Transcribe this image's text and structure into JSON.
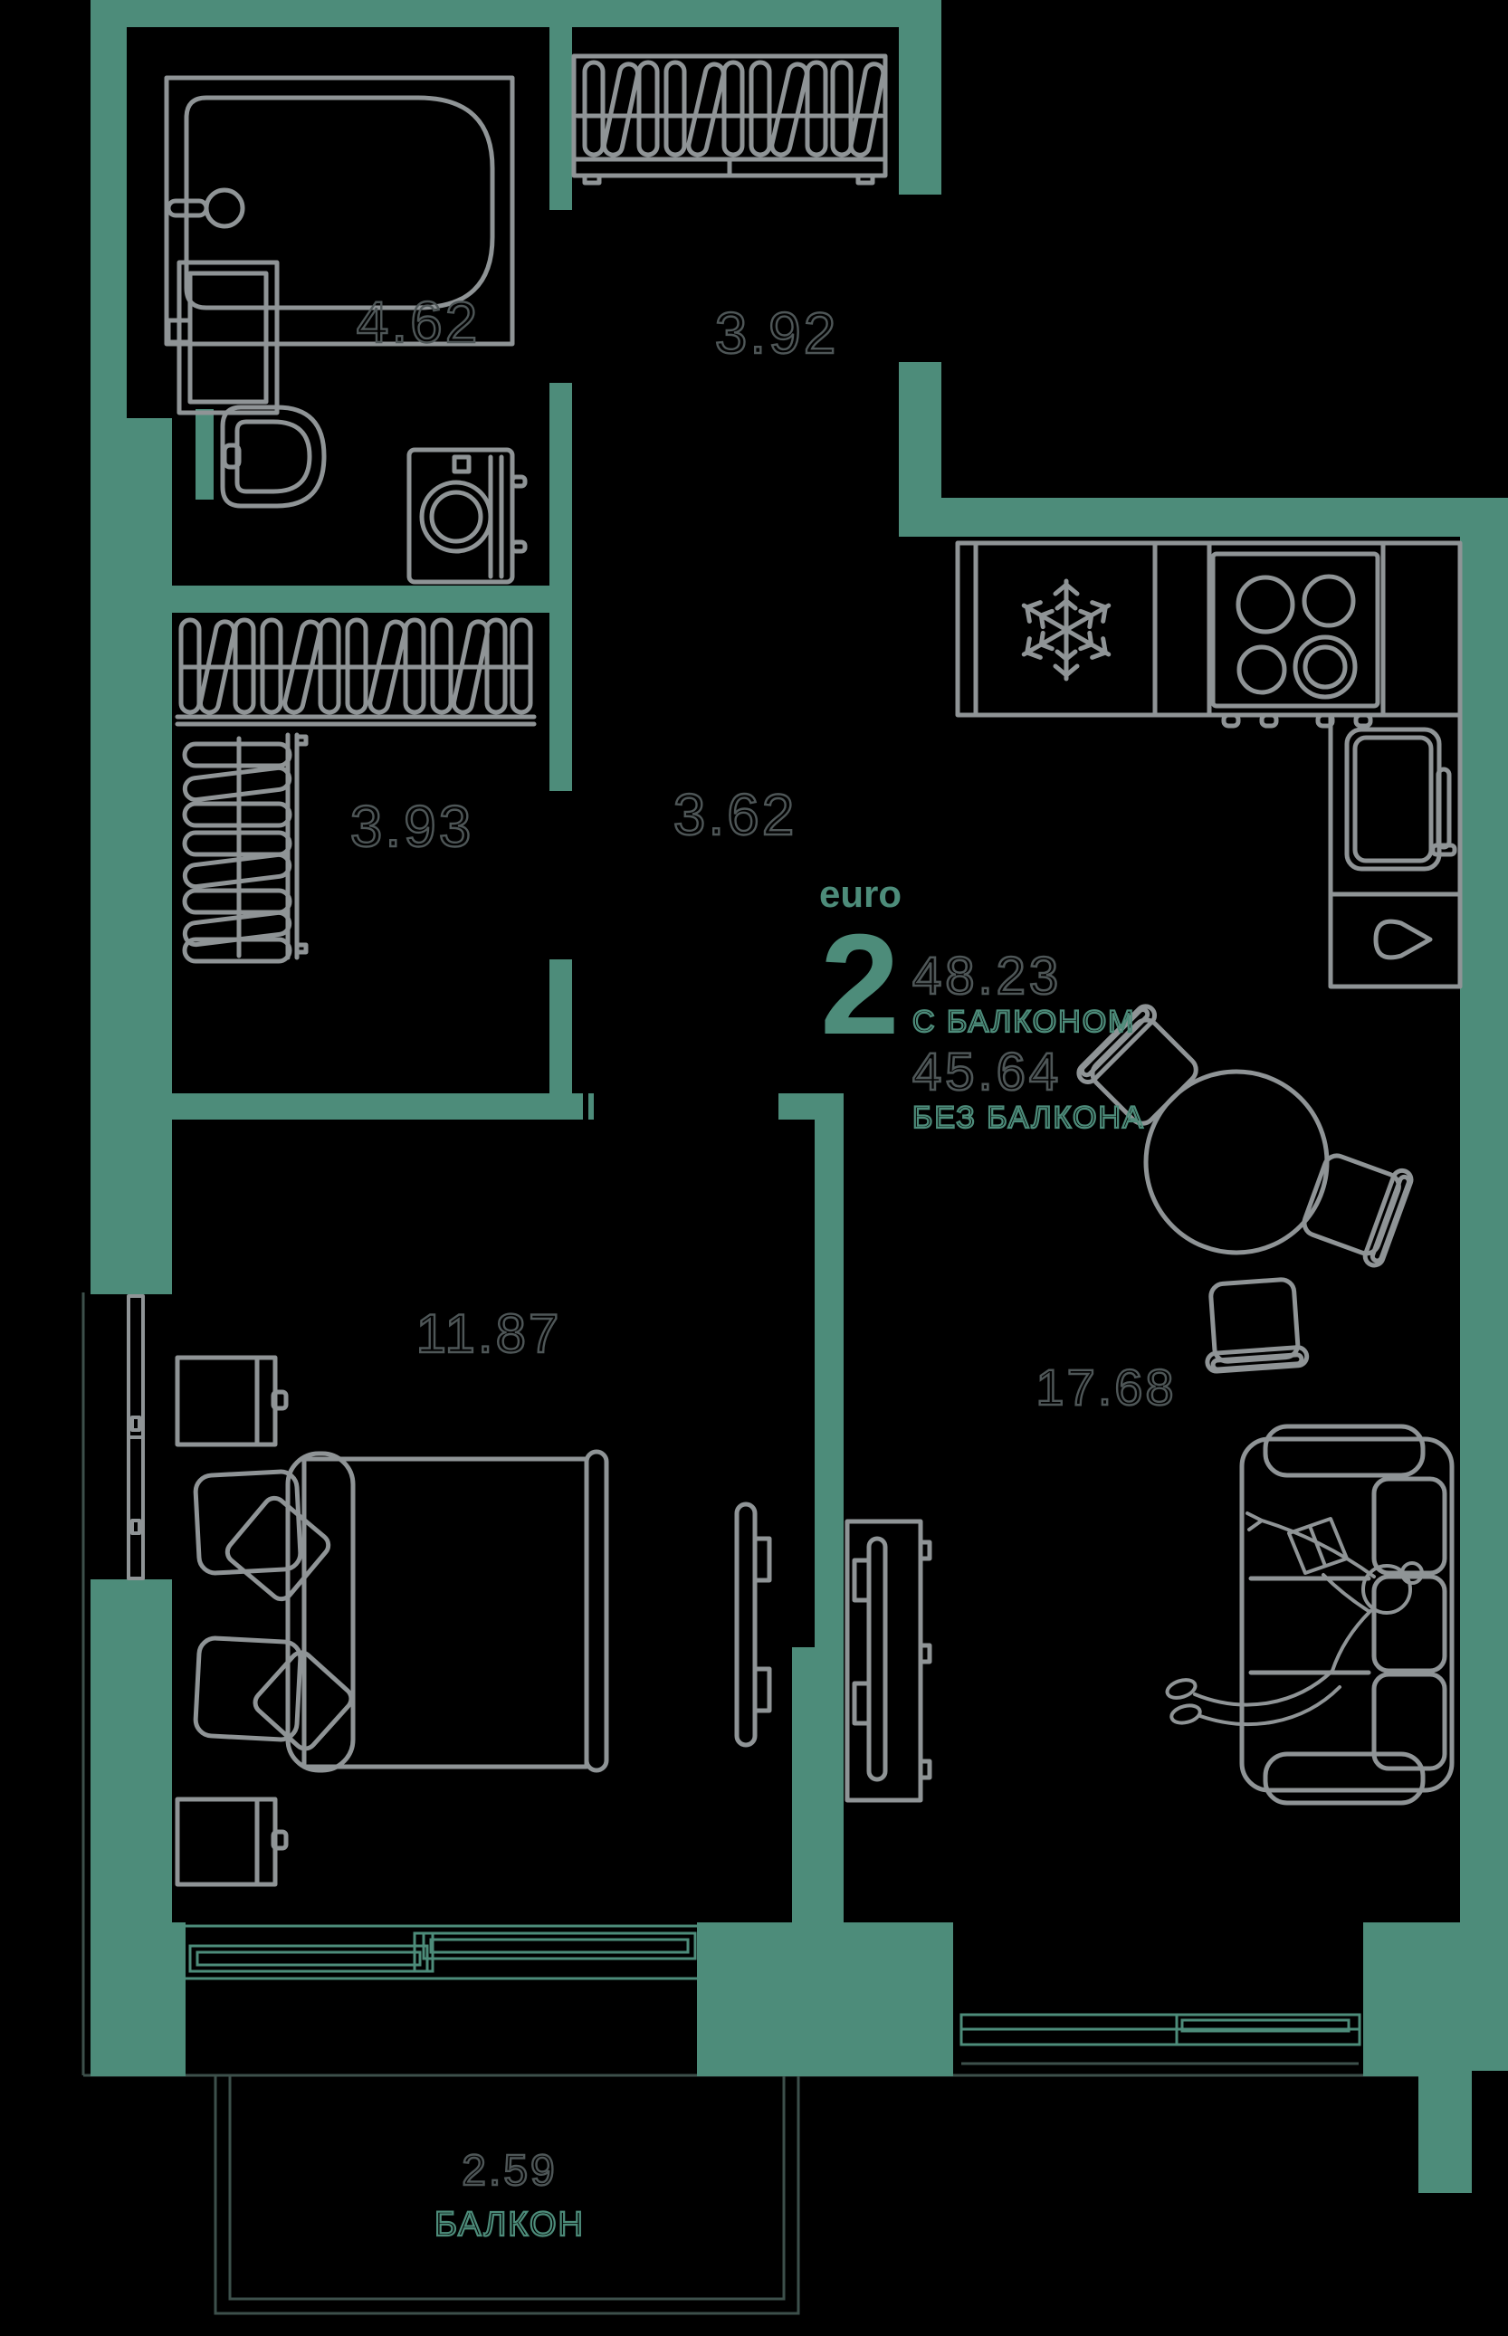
{
  "plan": {
    "type_badge": {
      "kind": "euro",
      "rooms": "2",
      "area_with_balcony": "48.23",
      "with_balcony_caption": "С БАЛКОНОМ",
      "area_no_balcony": "45.64",
      "no_balcony_caption": "БЕЗ БАЛКОНА"
    },
    "rooms": [
      {
        "id": "bathroom",
        "area": "4.62"
      },
      {
        "id": "entry-hall",
        "area": "3.92"
      },
      {
        "id": "closet",
        "area": "3.93"
      },
      {
        "id": "hallway",
        "area": "3.62"
      },
      {
        "id": "bedroom",
        "area": "11.87"
      },
      {
        "id": "kitchen-living",
        "area": "17.68"
      },
      {
        "id": "balcony",
        "area": "2.59",
        "name": "БАЛКОН"
      }
    ],
    "colors": {
      "wall": "#4d8c7a",
      "furniture": "#8f9496",
      "area_text": "#4e5657",
      "background": "#000000"
    }
  }
}
